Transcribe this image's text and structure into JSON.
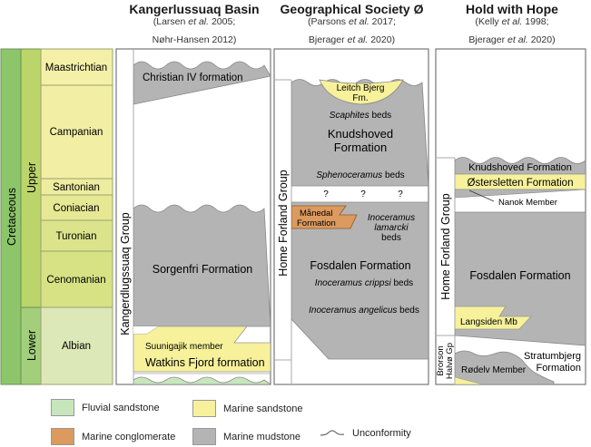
{
  "columns": [
    {
      "title": "Kangerlussuaq Basin",
      "ref_line1": [
        "(Larsen ",
        "et al.",
        " 2005;"
      ],
      "ref_line2": "Nøhr-Hansen 2012)",
      "group_label": "Kangerdlugssuaq Group",
      "units": {
        "christian": "Christian IV formation",
        "sorgenfri": "Sorgenfri Formation",
        "suunigajik": "Suunigajik member",
        "watkins": "Watkins Fjord formation"
      }
    },
    {
      "title": "Geographical Society Ø",
      "ref_line1": [
        "(Parsons ",
        "et al.",
        " 2017;"
      ],
      "ref_line2": [
        "Bjerager ",
        "et al.",
        " 2020)"
      ],
      "group_label": "Home Forland Group",
      "units": {
        "leitch1": "Leitch Bjerg",
        "leitch2": "Fm.",
        "scaphites_it": "Scaphites",
        "scaphites_rest": " beds",
        "knud1": "Knudshoved",
        "knud2": "Formation",
        "spheno_it": "Sphenoceramus",
        "spheno_rest": " beds",
        "question": "?",
        "manedal1": "Månedal",
        "manedal2": "Formation",
        "lamarcki1": "Inoceramus",
        "lamarcki2": "lamarcki",
        "lamarcki3": "beds",
        "fosdalen": "Fosdalen Formation",
        "crippsi_it": "Inoceramus crippsi",
        "crippsi_rest": " beds",
        "angelicus_it": "Inoceramus angelicus",
        "angelicus_rest": " beds"
      }
    },
    {
      "title": "Hold with Hope",
      "ref_line1": [
        "(Kelly ",
        "et al.",
        " 1998;"
      ],
      "ref_line2": [
        "Bjerager ",
        "et al.",
        " 2020)"
      ],
      "group_label": "Home Forland Group",
      "group_label2a": "Brorson",
      "group_label2b": "Halvø Gp",
      "units": {
        "knud": "Knudshoved Formation",
        "oster": "Østersletten Formation",
        "nanok": "Nanok Member",
        "fosdalen": "Fosdalen Formation",
        "langsiden": "Langsiden Mb",
        "stratum1": "Stratumbjerg",
        "stratum2": "Formation",
        "rodelv": "Rødelv Member"
      }
    }
  ],
  "timescale": {
    "period": "Cretaceous",
    "epochs": [
      "Upper",
      "Lower"
    ],
    "stages": [
      "Maastrichtian",
      "Campanian",
      "Santonian",
      "Coniacian",
      "Turonian",
      "Cenomanian",
      "Albian"
    ]
  },
  "legend": [
    {
      "label": "Fluvial sandstone",
      "color": "#c8e6bc"
    },
    {
      "label": "Marine sandstone",
      "color": "#f6f19a"
    },
    {
      "label": "Marine conglomerate",
      "color": "#dc9a5e"
    },
    {
      "label": "Marine mudstone",
      "color": "#b4b4b4"
    },
    {
      "label": "Unconformity",
      "color": "#555555"
    }
  ],
  "colors": {
    "period": "#8dc66a",
    "upper": "#bcd56a",
    "lower": "#a3cf7c",
    "stage_upper_light": "#f4f0a8",
    "stage_upper_mid": "#e6eca0",
    "stage_upper_green": "#d6e48c",
    "stage_lower": "#dde8b8",
    "mudstone": "#b4b4b4",
    "sandstone": "#f6f19a",
    "conglomerate": "#dc9a5e",
    "fluvial": "#c8e6bc"
  }
}
